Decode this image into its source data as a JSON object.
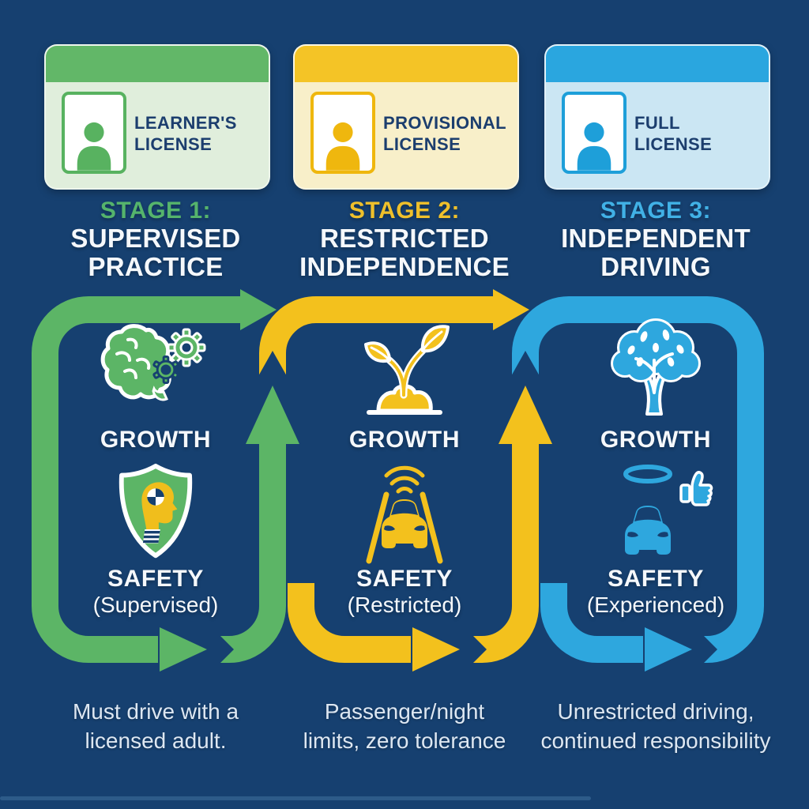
{
  "colors": {
    "background": "#164070",
    "card_text": "#1C3E6E",
    "heading": "#F5F8FB",
    "caption": "#DDE7F2",
    "photo_box_bg": "#FFFFFF",
    "icon_outline": "#FFFFFF",
    "dummy_head": "#F0BE1C",
    "bottom_line": "#41719F"
  },
  "columns": [
    {
      "accent": "#5CB566",
      "card": {
        "header_color": "#62B768",
        "body_color": "#E0EEDC",
        "icon_color": "#58B260",
        "title_line1": "LEARNER'S",
        "title_line2": "LICENSE"
      },
      "stage_label": "STAGE 1:",
      "stage_label_color": "#55B46C",
      "stage_title_line1": "SUPERVISED",
      "stage_title_line2": "PRACTICE",
      "growth": {
        "label": "GROWTH",
        "icon": "brain-gears-icon"
      },
      "safety": {
        "label": "SAFETY",
        "sublabel": "(Supervised)",
        "icon": "shield-crash-dummy-icon"
      },
      "caption_line1": "Must drive with a",
      "caption_line2": "licensed adult."
    },
    {
      "accent": "#F3C11D",
      "card": {
        "header_color": "#F4C426",
        "body_color": "#F8EFC9",
        "icon_color": "#EFB70E",
        "title_line1": "PROVISIONAL",
        "title_line2": "LICENSE"
      },
      "stage_label": "STAGE 2:",
      "stage_label_color": "#EFC02B",
      "stage_title_line1": "RESTRICTED",
      "stage_title_line2": "INDEPENDENCE",
      "growth": {
        "label": "GROWTH",
        "icon": "seedling-icon"
      },
      "safety": {
        "label": "SAFETY",
        "sublabel": "(Restricted)",
        "icon": "car-road-signal-icon"
      },
      "caption_line1": "Passenger/night",
      "caption_line2": "limits, zero tolerance"
    },
    {
      "accent": "#2EA7DE",
      "card": {
        "header_color": "#2AA6DF",
        "body_color": "#CBE6F3",
        "icon_color": "#1E9FD9",
        "title_line1": "FULL",
        "title_line2": "LICENSE"
      },
      "stage_label": "STAGE 3:",
      "stage_label_color": "#41B1E6",
      "stage_title_line1": "INDEPENDENT",
      "stage_title_line2": "DRIVING",
      "growth": {
        "label": "GROWTH",
        "icon": "tree-icon"
      },
      "safety": {
        "label": "SAFETY",
        "sublabel": "(Experienced)",
        "icon": "car-halo-thumbs-up-icon"
      },
      "caption_line1": "Unrestricted driving,",
      "caption_line2": "continued responsibility"
    }
  ]
}
